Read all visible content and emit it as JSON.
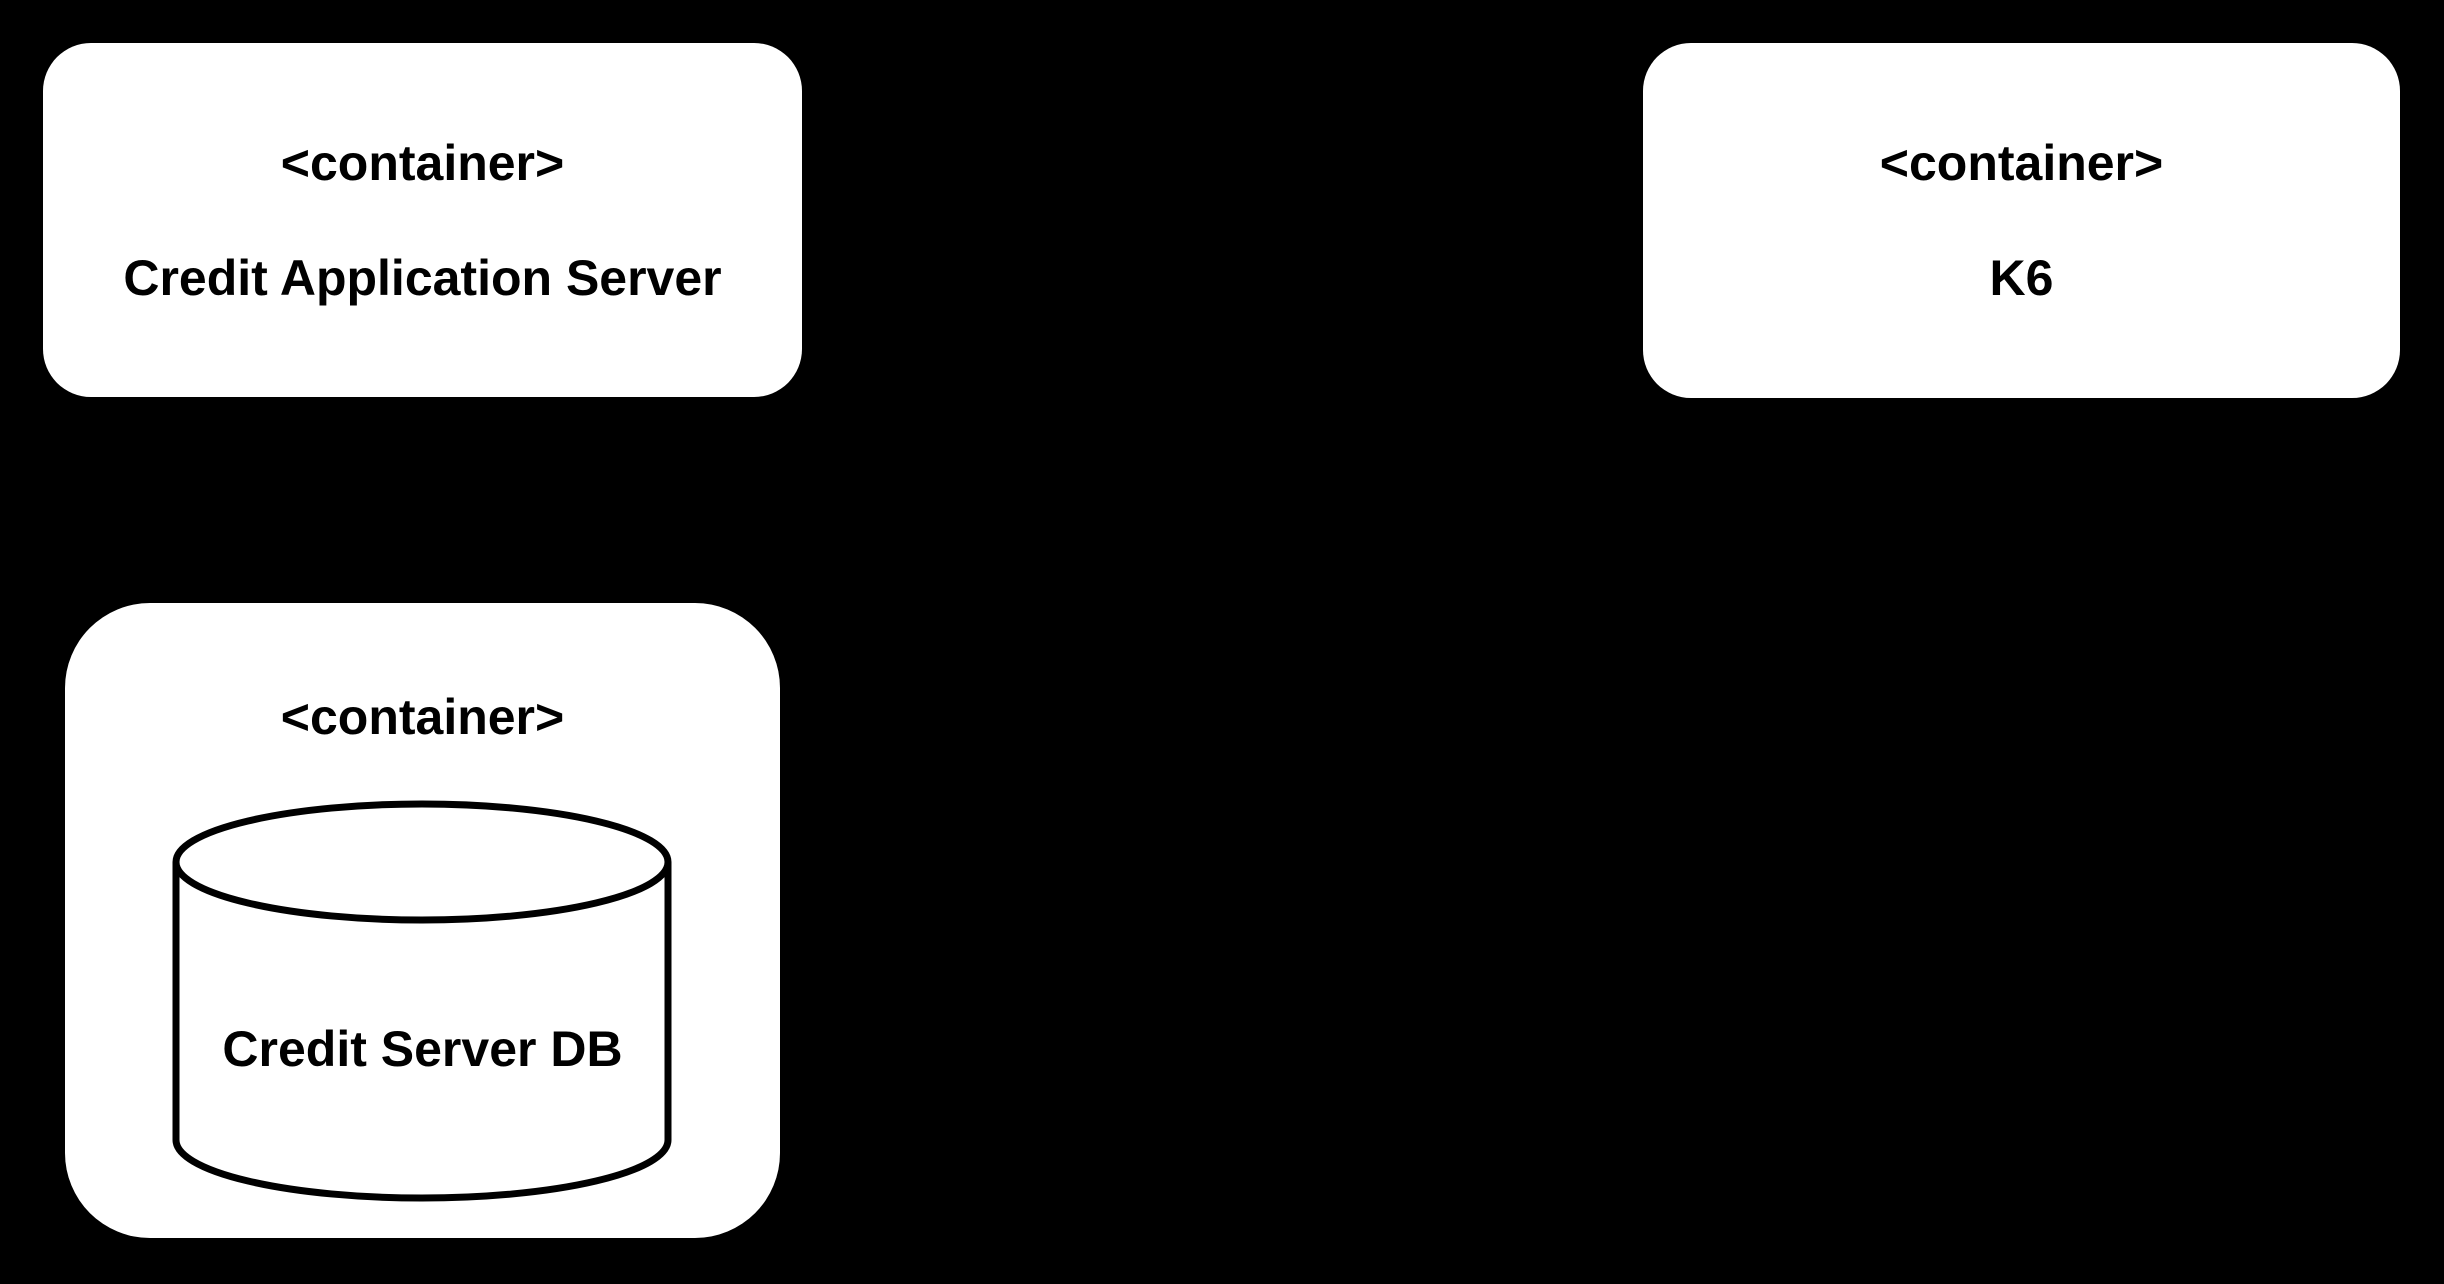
{
  "canvas": {
    "background_color": "#000000",
    "node_fill_color": "#ffffff",
    "node_text_color": "#000000",
    "cylinder_stroke_color": "#000000"
  },
  "diagram": {
    "type": "container-diagram",
    "nodes": [
      {
        "id": "credit-application-server",
        "stereotype": "<container>",
        "label": "Credit Application Server",
        "shape": "rounded-rectangle"
      },
      {
        "id": "k6",
        "stereotype": "<container>",
        "label": "K6",
        "shape": "rounded-rectangle"
      },
      {
        "id": "credit-server-db",
        "stereotype": "<container>",
        "label": "Credit Server DB",
        "shape": "database-cylinder"
      }
    ]
  }
}
